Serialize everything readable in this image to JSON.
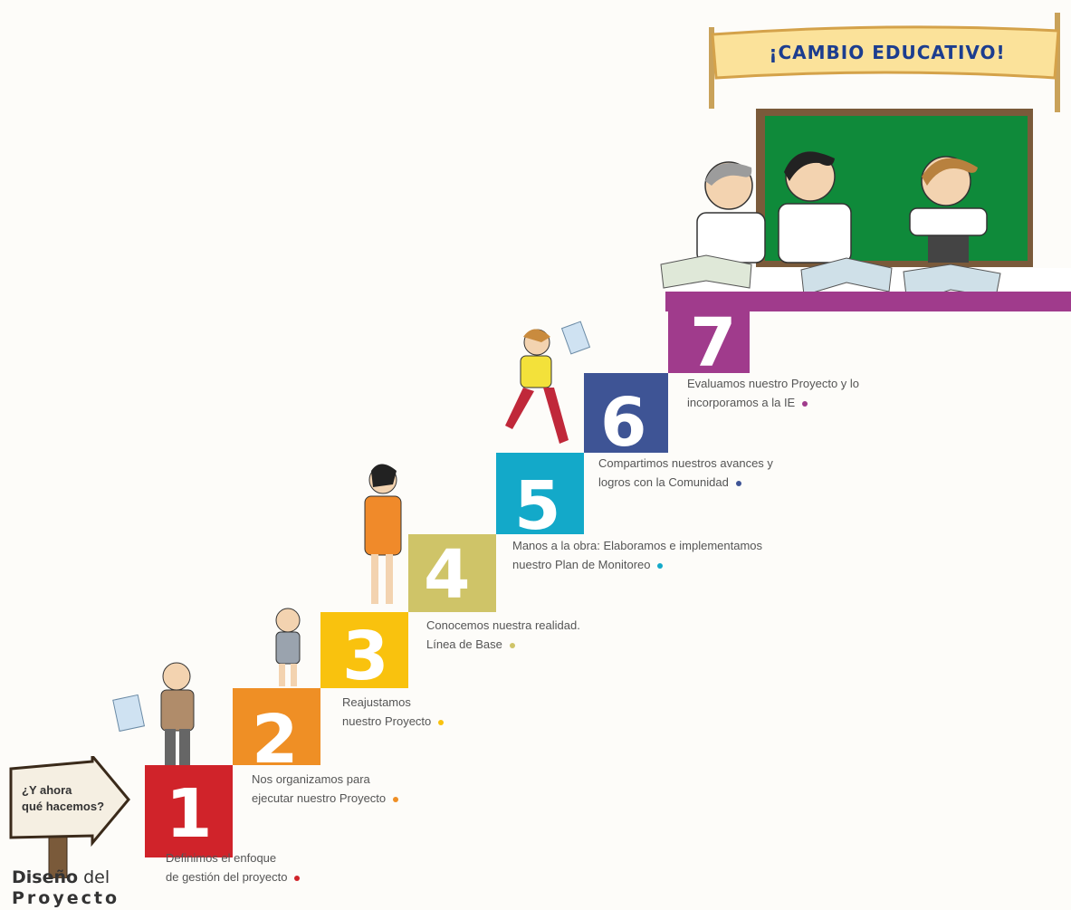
{
  "banner": "¡CAMBIO EDUCATIVO!",
  "signpost": {
    "line1": "¿Y ahora",
    "line2": "qué hacemos?"
  },
  "footer": {
    "bold": "Diseño",
    "rest": " del",
    "line2": "Proyecto"
  },
  "steps": [
    {
      "number": "1",
      "color": "#d0232a",
      "lines": [
        "Definimos el enfoque",
        "de gestión del proyecto"
      ]
    },
    {
      "number": "2",
      "color": "#ef8f25",
      "lines": [
        "Nos organizamos para",
        "ejecutar nuestro Proyecto"
      ]
    },
    {
      "number": "3",
      "color": "#f9c20e",
      "lines": [
        "Reajustamos",
        "nuestro Proyecto"
      ]
    },
    {
      "number": "4",
      "color": "#cfc468",
      "lines": [
        "Conocemos nuestra realidad.",
        "Línea de Base"
      ]
    },
    {
      "number": "5",
      "color": "#13a9c9",
      "lines": [
        "Manos a la obra: Elaboramos e implementamos",
        "nuestro Plan de Monitoreo"
      ]
    },
    {
      "number": "6",
      "color": "#3e5495",
      "lines": [
        "Compartimos nuestros avances y",
        "logros con la Comunidad"
      ]
    },
    {
      "number": "7",
      "color": "#a03b8c",
      "lines": [
        "Evaluamos nuestro Proyecto y lo",
        "incorporamos a la IE"
      ]
    }
  ]
}
